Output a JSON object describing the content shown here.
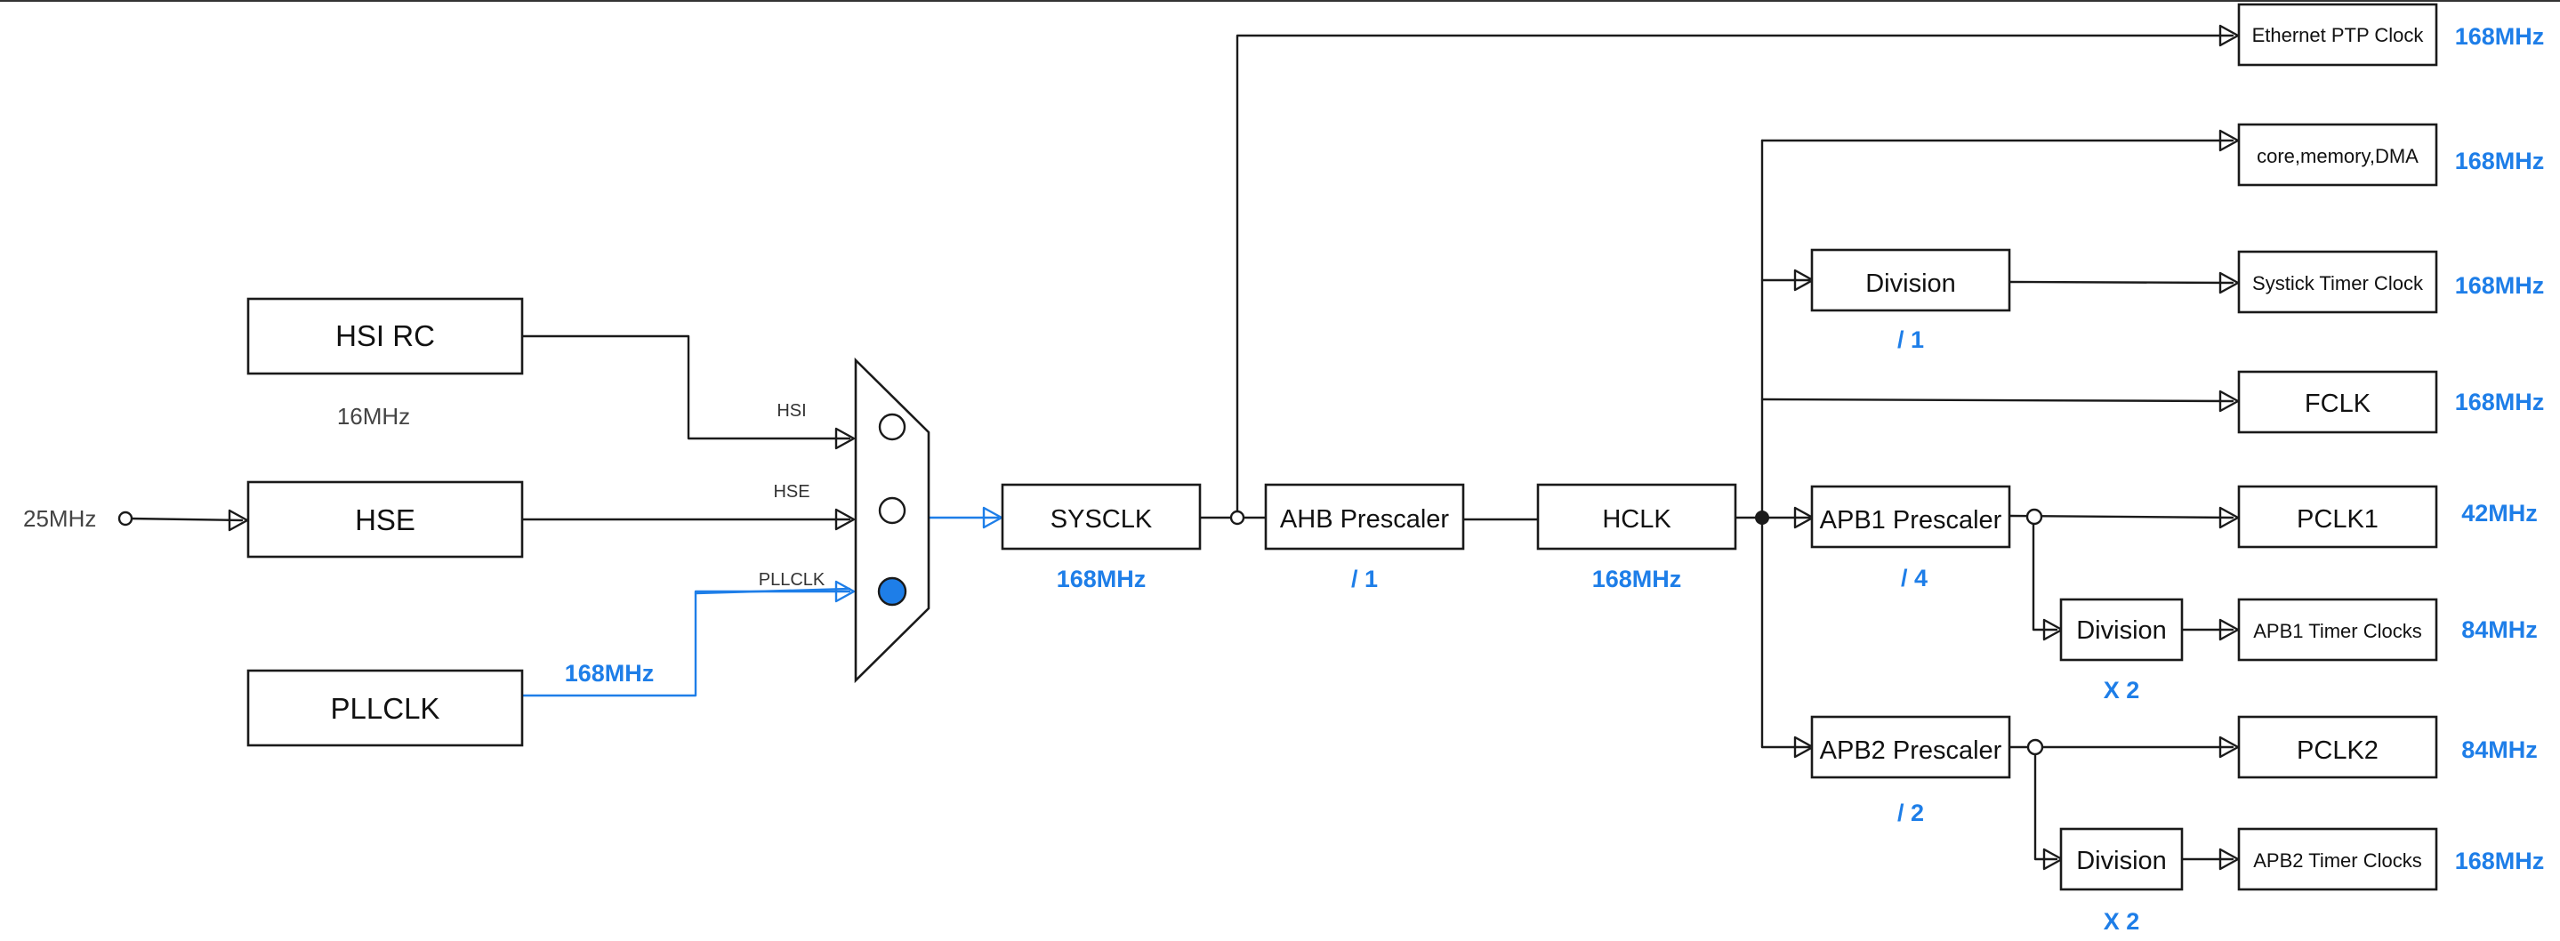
{
  "diagram": {
    "sources": {
      "hsi_rc": "HSI RC",
      "hsi_freq": "16MHz",
      "hse": "HSE",
      "hse_input_freq": "25MHz",
      "pllclk": "PLLCLK",
      "pllclk_freq": "168MHz"
    },
    "mux_inputs": {
      "hsi": "HSI",
      "hse": "HSE",
      "pllclk": "PLLCLK"
    },
    "sysclk": {
      "label": "SYSCLK",
      "freq": "168MHz"
    },
    "ahb": {
      "label": "AHB Prescaler",
      "divider": "/ 1"
    },
    "hclk": {
      "label": "HCLK",
      "freq": "168MHz"
    },
    "systick_division": {
      "label": "Division",
      "divider": "/ 1"
    },
    "apb1": {
      "label": "APB1 Prescaler",
      "divider": "/ 4"
    },
    "apb1_division": {
      "label": "Division",
      "multiplier": "X 2"
    },
    "apb2": {
      "label": "APB2 Prescaler",
      "divider": "/ 2"
    },
    "apb2_division": {
      "label": "Division",
      "multiplier": "X 2"
    },
    "outputs": {
      "ethernet": {
        "label": "Ethernet PTP Clock",
        "freq": "168MHz"
      },
      "core": {
        "label": "core,memory,DMA",
        "freq": "168MHz"
      },
      "systick": {
        "label": "Systick Timer Clock",
        "freq": "168MHz"
      },
      "fclk": {
        "label": "FCLK",
        "freq": "168MHz"
      },
      "pclk1": {
        "label": "PCLK1",
        "freq": "42MHz"
      },
      "apb1_timer": {
        "label": "APB1 Timer Clocks",
        "freq": "84MHz"
      },
      "pclk2": {
        "label": "PCLK2",
        "freq": "84MHz"
      },
      "apb2_timer": {
        "label": "APB2 Timer Clocks",
        "freq": "168MHz"
      }
    },
    "colors": {
      "ink": "#1a1a1a",
      "accent": "#1e7ee8"
    }
  }
}
